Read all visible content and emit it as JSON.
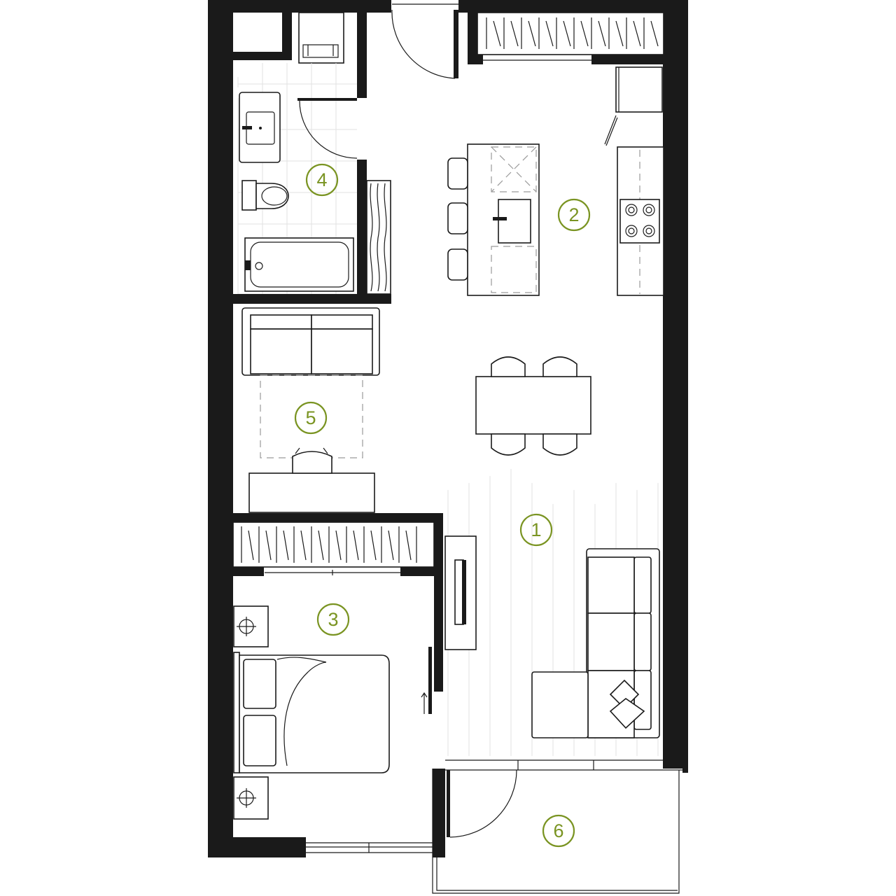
{
  "accent_color": "#7a9422",
  "wall_color": "#1a1a1a",
  "room_markers": [
    {
      "id": "room-1",
      "label": "1"
    },
    {
      "id": "room-2",
      "label": "2"
    },
    {
      "id": "room-3",
      "label": "3"
    },
    {
      "id": "room-4",
      "label": "4"
    },
    {
      "id": "room-5",
      "label": "5"
    },
    {
      "id": "room-6",
      "label": "6"
    }
  ],
  "furniture_icons": [
    "sofa-icon",
    "loveseat-icon",
    "dining-table-icon",
    "kitchen-island-icon",
    "range-icon",
    "bed-icon",
    "bathtub-icon",
    "toilet-icon",
    "sink-icon",
    "desk-icon",
    "tv-console-icon",
    "wardrobe-icon",
    "washer-dryer-icon",
    "nightstand-icon"
  ]
}
